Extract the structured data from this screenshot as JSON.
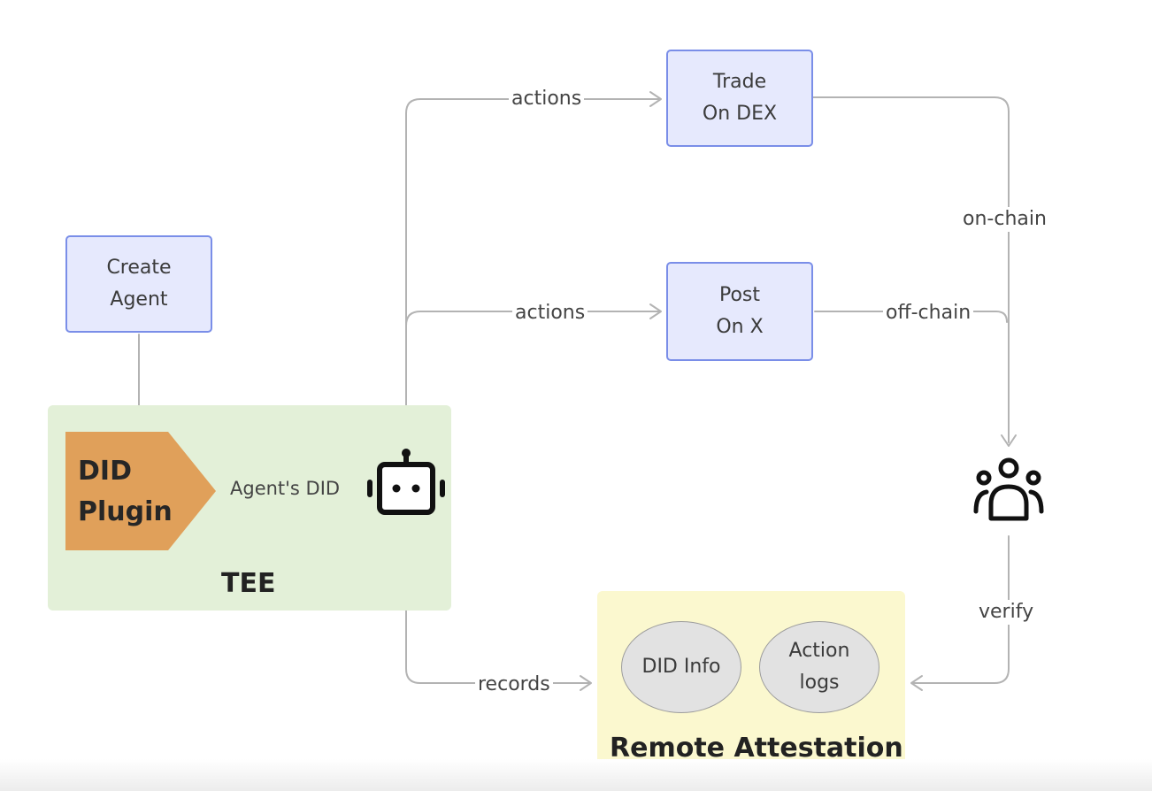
{
  "nodes": {
    "create_agent": "Create\nAgent",
    "trade_on_dex": "Trade\nOn DEX",
    "post_on_x": "Post\nOn X",
    "did_plugin": "DID\nPlugin",
    "did_info": "DID Info",
    "action_logs": "Action\nlogs"
  },
  "regions": {
    "tee": "TEE",
    "remote_attestation": "Remote Attestation"
  },
  "edge_labels": {
    "actions_top": "actions",
    "actions_middle": "actions",
    "agents_did": "Agent's DID",
    "on_chain": "on-chain",
    "off_chain": "off-chain",
    "verify": "verify",
    "records": "records"
  },
  "icons": {
    "agent": "robot-icon",
    "verifiers": "users-group-icon"
  },
  "colors": {
    "node_fill": "#e6e9fd",
    "node_border": "#7a8ee8",
    "tee_region": "#e3f0d8",
    "attestation_region": "#fbf8cf",
    "plugin": "#e0a05a",
    "connector": "#b5b5b5",
    "pill_fill": "#e2e2e2"
  }
}
